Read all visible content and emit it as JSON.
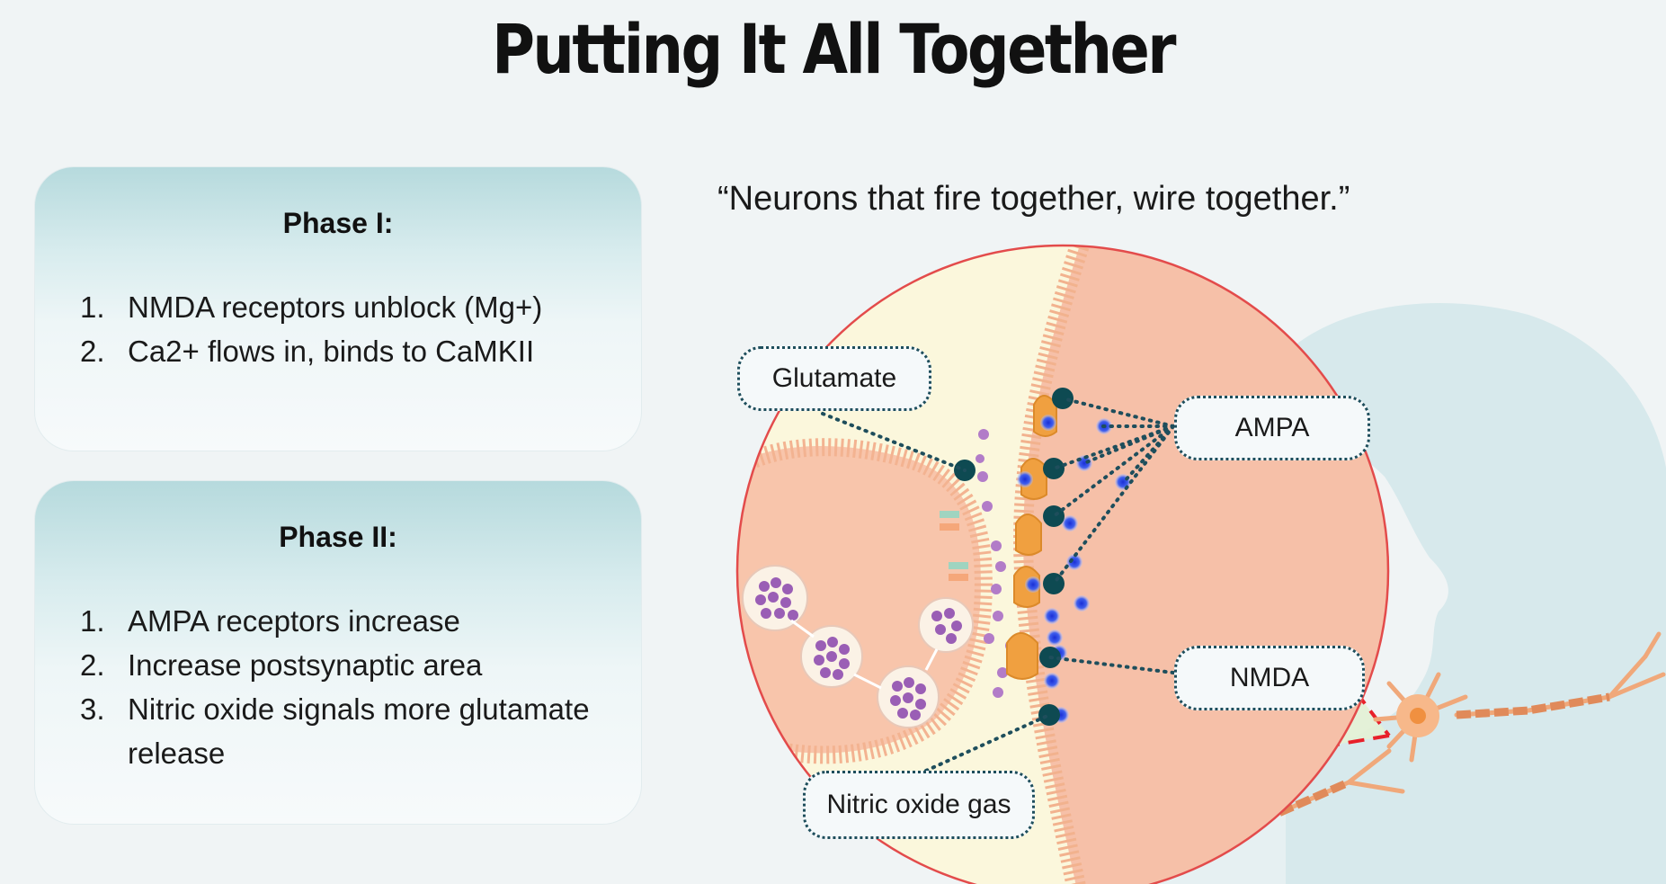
{
  "title": "Putting It All Together",
  "quote": "“Neurons that fire together, wire together.”",
  "phase1": {
    "heading": "Phase I:",
    "items": [
      {
        "num": "1.",
        "text": "NMDA receptors unblock (Mg+)"
      },
      {
        "num": "2.",
        "text": "Ca2+ flows in, binds to CaMKII"
      }
    ]
  },
  "phase2": {
    "heading": "Phase II:",
    "items": [
      {
        "num": "1.",
        "text": "AMPA receptors increase"
      },
      {
        "num": "2.",
        "text": "Increase postsynaptic area"
      },
      {
        "num": "3.",
        "text": "Nitric oxide signals more glutamate release"
      }
    ]
  },
  "labels": {
    "glutamate": "Glutamate",
    "ampa": "AMPA",
    "nmda": "NMDA",
    "nitric_oxide": "Nitric oxide gas"
  },
  "colors": {
    "card_top": "#b6dadd",
    "dotted_line": "#1e4e5c",
    "zoom_circle": "#e34b4b",
    "post_synapse": "#f6c0a8",
    "cleft": "#fbf6d8",
    "receptor": "#f0a040",
    "vesicle_dot": "#9a5eb5",
    "head_silhouette": "#d6e9ec"
  }
}
